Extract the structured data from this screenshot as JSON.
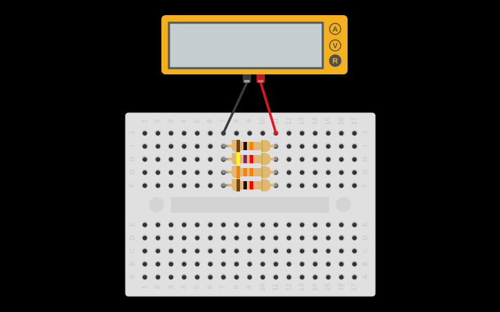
{
  "multimeter": {
    "display_value": "",
    "modes": [
      {
        "label": "A",
        "name": "ammeter-mode",
        "active": false
      },
      {
        "label": "V",
        "name": "voltmeter-mode",
        "active": false
      },
      {
        "label": "R",
        "name": "ohmmeter-mode",
        "active": true
      }
    ],
    "colors": {
      "body": "#f5b01f",
      "screen": "#c6cdd0",
      "screen_border": "#535955",
      "active_button": "#4e514e"
    },
    "probes": [
      {
        "name": "black-probe",
        "color": "#3b3b3b",
        "connected_to": "J7"
      },
      {
        "name": "red-probe",
        "color": "#e3141b",
        "connected_to": "J11"
      }
    ]
  },
  "breadboard": {
    "columns": [
      "1",
      "2",
      "3",
      "4",
      "5",
      "6",
      "7",
      "8",
      "9",
      "10",
      "11",
      "12",
      "13",
      "14",
      "15",
      "16",
      "17"
    ],
    "top_rows": [
      "J",
      "I",
      "H",
      "G",
      "F"
    ],
    "bottom_rows": [
      "E",
      "D",
      "C",
      "B",
      "A"
    ],
    "colors": {
      "board": "#e0e0e0",
      "hole": "#333333",
      "channel": "#d2d2d2"
    }
  },
  "resistors": [
    {
      "row": "I",
      "from": "7",
      "to": "11",
      "bands": [
        "#7a4010",
        "#111111",
        "#ff8000",
        "#c8b040"
      ],
      "band_names": [
        "brown",
        "black",
        "orange",
        "gold"
      ]
    },
    {
      "row": "H",
      "from": "7",
      "to": "11",
      "bands": [
        "#ffff00",
        "#8a1a8a",
        "#ff0000",
        "#c8b040"
      ],
      "band_names": [
        "yellow",
        "violet",
        "red",
        "gold"
      ]
    },
    {
      "row": "G",
      "from": "7",
      "to": "11",
      "bands": [
        "#ff8000",
        "#ff8000",
        "#ff8000",
        "#c8b040"
      ],
      "band_names": [
        "orange",
        "orange",
        "orange",
        "gold"
      ]
    },
    {
      "row": "F",
      "from": "7",
      "to": "11",
      "bands": [
        "#7a4010",
        "#111111",
        "#ff0000",
        "#c8b040"
      ],
      "band_names": [
        "brown",
        "black",
        "red",
        "gold"
      ]
    }
  ]
}
